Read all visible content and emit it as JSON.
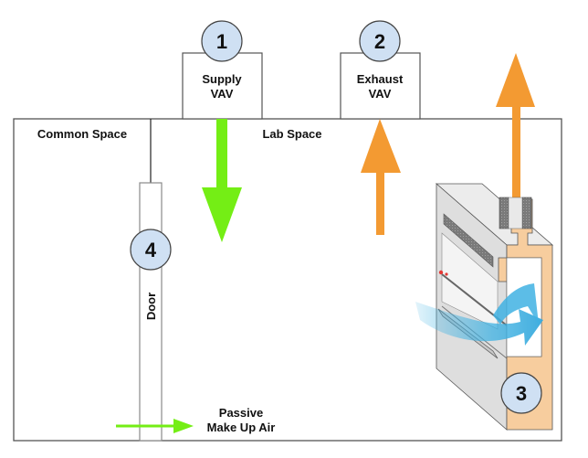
{
  "title": "Lab airflow control diagram",
  "colors": {
    "supply_arrow": "#74ee15",
    "exhaust_arrow": "#f39a32",
    "badge_fill": "#cfe0f3",
    "fume_hood_body": "#f7cd9e",
    "airflow": "#3fb2e3",
    "outline": "#555555"
  },
  "spaces": {
    "common": "Common Space",
    "lab": "Lab Space"
  },
  "supply_vav": {
    "number": "1",
    "line1": "Supply",
    "line2": "VAV"
  },
  "exhaust_vav": {
    "number": "2",
    "line1": "Exhaust",
    "line2": "VAV"
  },
  "fume_hood": {
    "number": "3"
  },
  "door": {
    "number": "4",
    "label": "Door"
  },
  "makeup_air": {
    "line1": "Passive",
    "line2": "Make Up Air"
  }
}
